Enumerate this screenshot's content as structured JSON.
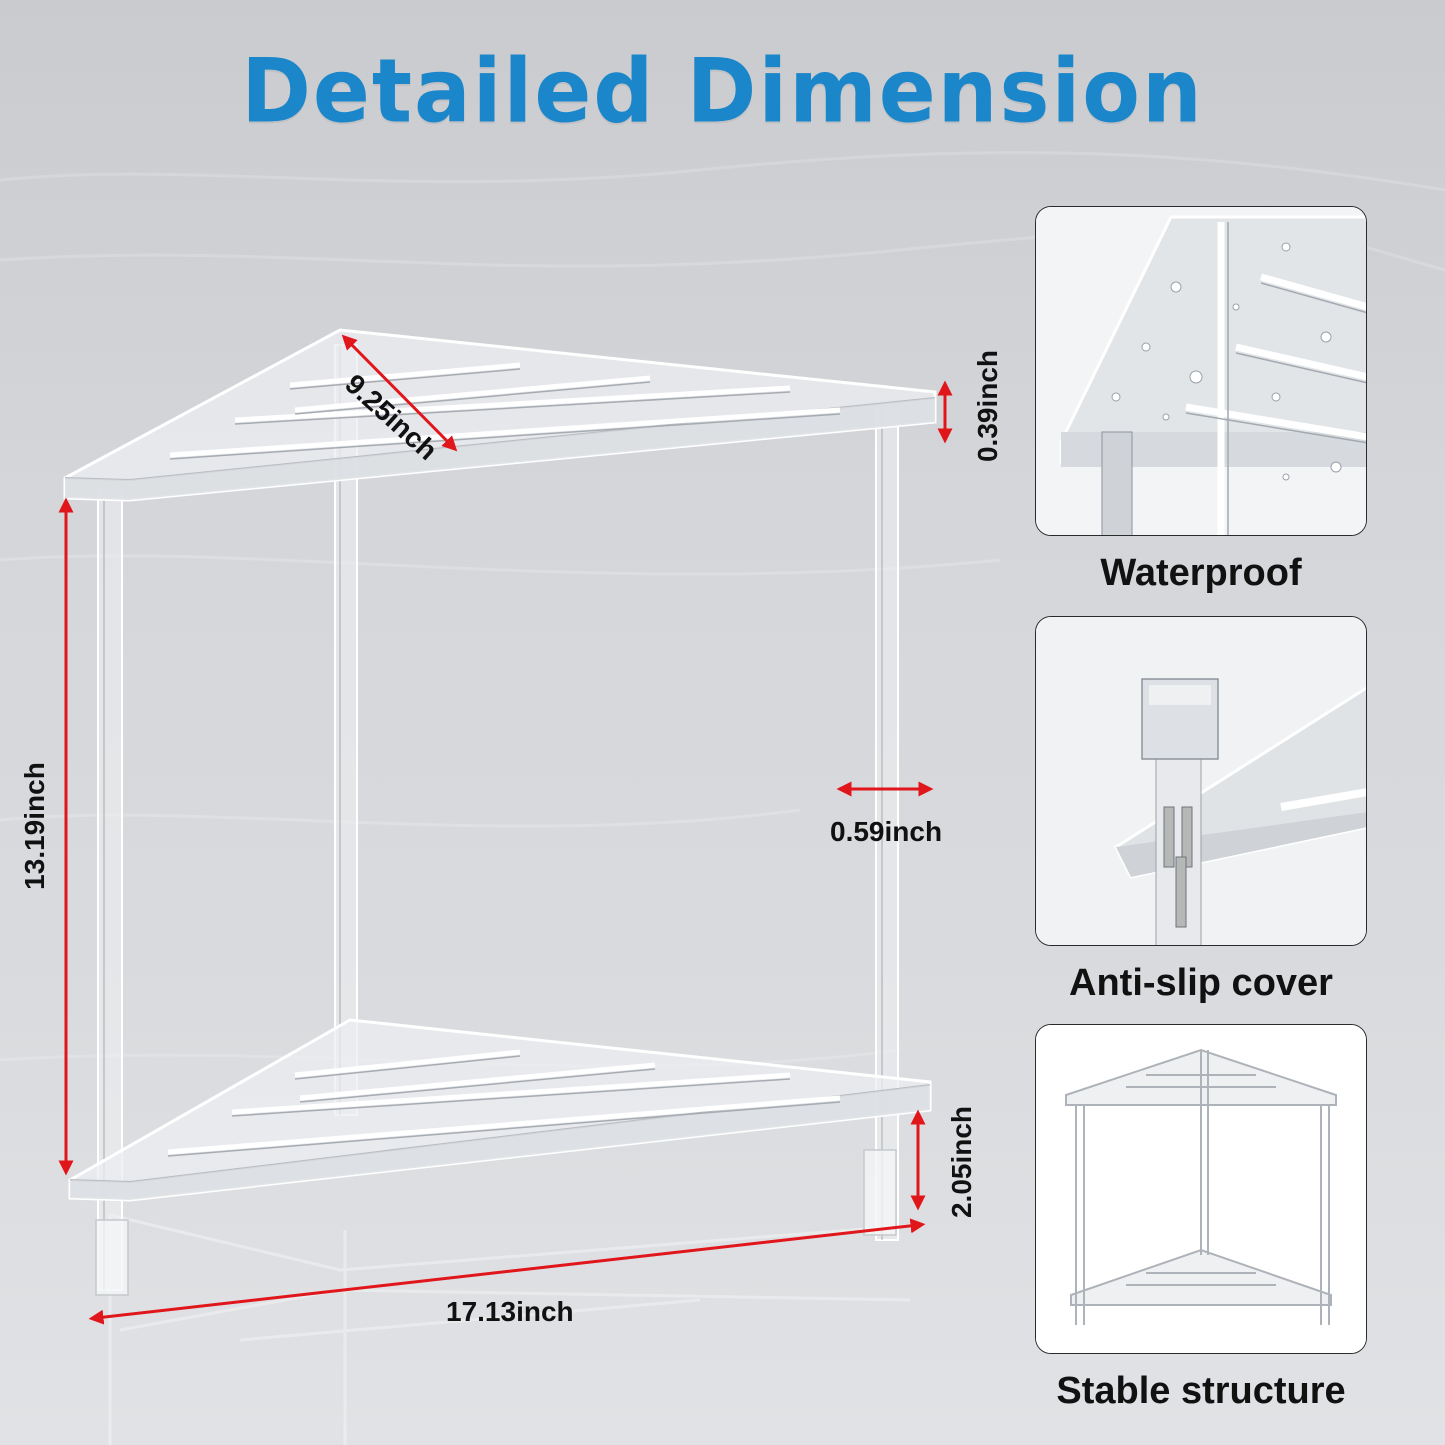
{
  "title": "Detailed Dimension",
  "dimensions": {
    "depth": "9.25inch",
    "shelf_thickness": "0.39inch",
    "height": "13.19inch",
    "leg_width": "0.59inch",
    "foot_height": "2.05inch",
    "width": "17.13inch"
  },
  "features": [
    {
      "label": "Waterproof",
      "icon": "water-drops-icon"
    },
    {
      "label": "Anti-slip cover",
      "icon": "leg-cap-icon"
    },
    {
      "label": "Stable structure",
      "icon": "shelf-structure-icon"
    }
  ],
  "colors": {
    "title": "#1b86c9",
    "arrow": "#e0161b",
    "panel_border": "#2b2b2b"
  }
}
